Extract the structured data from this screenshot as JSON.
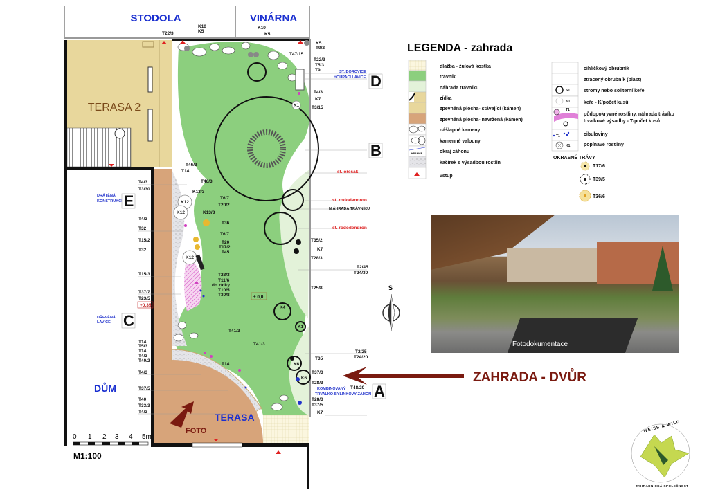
{
  "buildings": {
    "stodola": "STODOLA",
    "vinarna": "VINÁRNA",
    "dum": "DŮM",
    "terasa2": "TERASA 2",
    "terasa": "TERASA",
    "foto": "FOTO"
  },
  "section_markers": [
    "D",
    "B",
    "E",
    "C",
    "A"
  ],
  "top_labels": [
    "T22/3",
    "K10",
    "K5",
    "K10",
    "K5"
  ],
  "left_labels": [
    "T4/3",
    "T3/30",
    "T4/3",
    "T32",
    "T15/2",
    "T32",
    "T15/3",
    "T37/7",
    "T23/5",
    "+0,35",
    "T14",
    "T5/3",
    "T14",
    "T4/3",
    "T40/2",
    "T4/3",
    "T37/5",
    "T40",
    "T33/3",
    "T4/3"
  ],
  "left_notes": {
    "dratena": "DRÁTĚNÁ",
    "konstrukce": "KONSTRUKCE",
    "drevena": "DŘEVĚNÁ",
    "lavice": "LAVICE"
  },
  "center_labels": [
    "T46/3",
    "T14",
    "T46/3",
    "K13/3",
    "T6/7",
    "T20/2",
    "K13/3",
    "T36",
    "T6/7",
    "T20",
    "T17/2",
    "T45",
    "T23/3",
    "T11/6",
    "do zídky",
    "T10/5",
    "T30/8",
    "± 0,0",
    "T41/3",
    "T41/3",
    "T14"
  ],
  "plant_codes": [
    "K12",
    "K12",
    "K12",
    "K4",
    "K1",
    "K6",
    "K6",
    "K1"
  ],
  "right_labels": [
    "K5",
    "T9/2",
    "T47/15",
    "T22/3",
    "T5/3",
    "T9",
    "T4/3",
    "K7",
    "T3/15",
    "T35/2",
    "K7",
    "T28/3",
    "T2/45",
    "T24/30",
    "T25/8",
    "T2/25",
    "T24/20",
    "T35",
    "T37/3",
    "T28/3",
    "T48/20",
    "T28/3",
    "T37/5",
    "K7"
  ],
  "right_notes": {
    "borovice": "ST. BOROVICE",
    "lavice": "HOUPACÍ LAVICE",
    "oresak": "st. ořešák",
    "rodo1": "st. rododendron",
    "nahrada": "N ÁHRADA TRÁVNÍKU",
    "rodo2": "st. rododendron",
    "komb1": "KOMBINOVANÝ",
    "komb2": "TRVALKO-BYLINKOVÝ ZÁHON"
  },
  "legend": {
    "title": "LEGENDA - zahrada",
    "left": [
      "dlažba - žulová kostka",
      "trávník",
      "náhrada trávníku",
      "zídka",
      "zpevněná plocha-  stávající (kámen)",
      "zpevněná plocha- navržená (kámen)",
      "nášlapné kameny",
      "kamenné valouny",
      "okraj záhonu",
      "kačírek s výsadbou rostlin",
      "vstup"
    ],
    "hranice": "HRANICE",
    "right": [
      "cihličkový obrubník",
      "ztracený obrubník (plast)",
      "stromy nebo soliterní keře",
      "keře - K/počet kusů",
      "půdopokryvné rostliny, náhrada trávíku",
      "trvalkové výsadby - T/počet kusů",
      "cibuloviny",
      "popínavé rostliny"
    ],
    "right_codes": [
      "S1",
      "K1",
      "T1",
      "T1",
      "K1"
    ],
    "grasses_title": "OKRASNÉ TRÁVY",
    "grasses": [
      "T17/6",
      "T39/5",
      "T36/6"
    ]
  },
  "colors": {
    "lawn": "#8ccf7e",
    "lawn_alt": "#e3f2d9",
    "terrace_old": "#e8d79c",
    "terrace_new": "#d7a47a",
    "accent": "#7a1a10",
    "label_blue": "#1a2fd0"
  },
  "photo_caption": "Fotodokumentace",
  "headline": "ZAHRADA - DVŮR",
  "compass": "S",
  "scale": {
    "ticks": [
      "0",
      "1",
      "2",
      "3",
      "4",
      "5m"
    ],
    "ratio": "M1:100"
  },
  "logo": {
    "top": "WEISS & WILD",
    "bottom": "ZAHRADNICKÁ SPOLEČNOST"
  }
}
